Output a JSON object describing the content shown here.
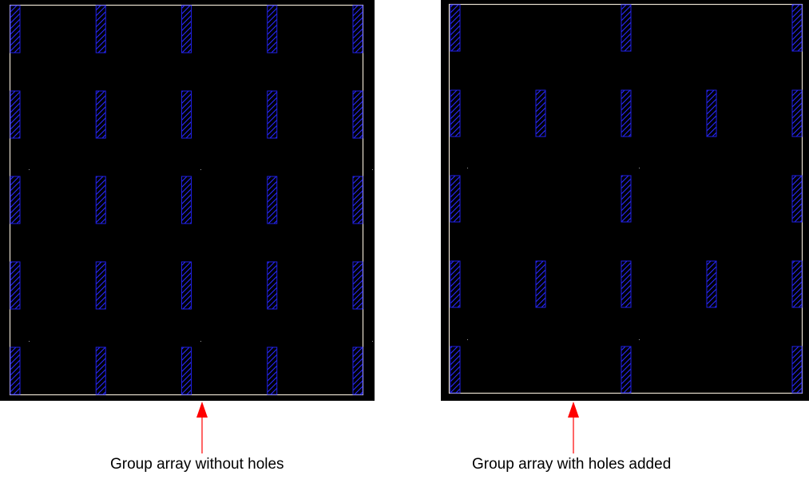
{
  "colors": {
    "panel_background": "#000000",
    "boundary": "#e8e0d0",
    "via_stroke": "#1f1fe6",
    "via_hatch": "#2a2aff",
    "arrow": "#ff0000",
    "caption_text": "#000000"
  },
  "left_panel": {
    "caption": "Group array without holes",
    "columns": 5,
    "rows": 5,
    "present": [
      [
        1,
        1,
        1,
        1,
        1
      ],
      [
        1,
        1,
        1,
        1,
        1
      ],
      [
        1,
        1,
        1,
        1,
        1
      ],
      [
        1,
        1,
        1,
        1,
        1
      ],
      [
        1,
        1,
        1,
        1,
        1
      ]
    ]
  },
  "right_panel": {
    "caption": "Group array with holes added",
    "columns": 5,
    "rows": 5,
    "present": [
      [
        1,
        0,
        1,
        0,
        1
      ],
      [
        1,
        1,
        1,
        1,
        1
      ],
      [
        1,
        0,
        1,
        0,
        1
      ],
      [
        1,
        1,
        1,
        1,
        1
      ],
      [
        1,
        0,
        1,
        0,
        1
      ]
    ]
  }
}
